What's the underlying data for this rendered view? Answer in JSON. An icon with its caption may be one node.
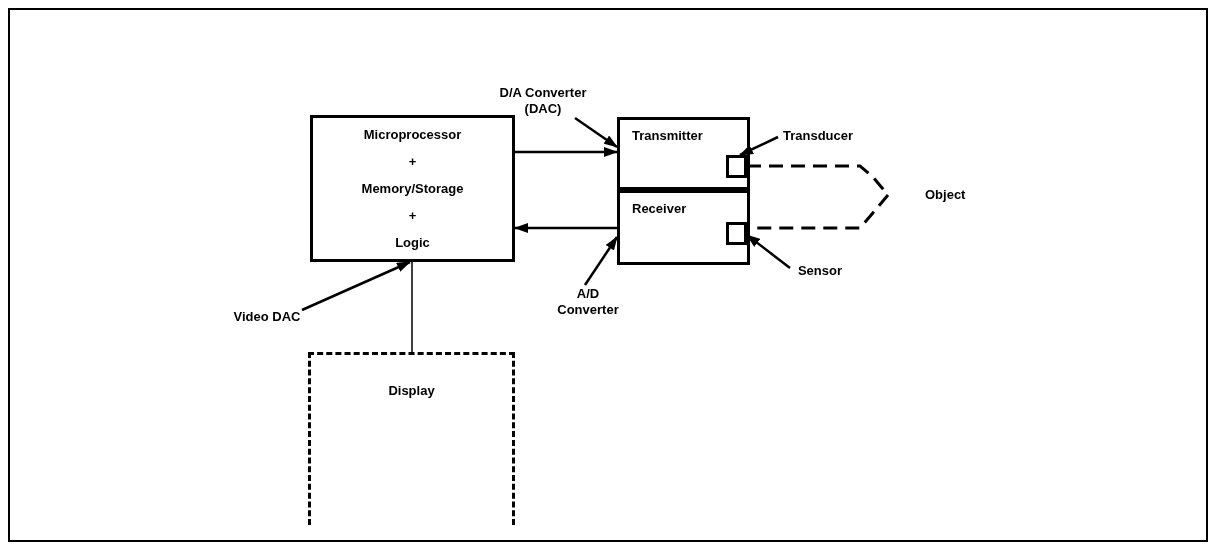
{
  "diagram": {
    "nodes": [
      {
        "text": [
          "Microprocessor + Memory/Storage + Logic"
        ]
      },
      {
        "text": [
          "Transmitter"
        ]
      },
      {
        "text": [
          "Receiver"
        ]
      },
      {
        "text": [],
        "shape": "box",
        "in": 1
      },
      {
        "text": [],
        "shape": "box",
        "in": 2
      },
      {
        "text": [
          "Object"
        ]
      },
      {
        "text": [
          "Display"
        ]
      },
      {
        "text": [
          "D/A Converter (DAC)"
        ]
      },
      {
        "text": [
          "Transducer"
        ]
      },
      {
        "text": [
          "Sensor"
        ]
      },
      {
        "text": [
          "A/D Converter"
        ]
      },
      {
        "text": [
          "Video DAC"
        ]
      }
    ],
    "edges": [
      {
        "from": 0,
        "to": 1,
        "arrow": "to"
      },
      {
        "from": 2,
        "to": 0,
        "arrow": "to"
      },
      {
        "from": 0,
        "to": 6,
        "arrow": "none"
      },
      {
        "from": 3,
        "to": 5,
        "arrow": "none",
        "style": "dashed"
      },
      {
        "from": 5,
        "to": 4,
        "arrow": "none",
        "style": "dashed"
      },
      {
        "from": 7,
        "to": 1,
        "arrow": "to"
      },
      {
        "from": 8,
        "to": 3,
        "arrow": "to"
      },
      {
        "from": 9,
        "to": 4,
        "arrow": "to"
      },
      {
        "from": 10,
        "to": 2,
        "arrow": "to"
      },
      {
        "from": 11,
        "to": 0,
        "arrow": "to"
      }
    ]
  }
}
